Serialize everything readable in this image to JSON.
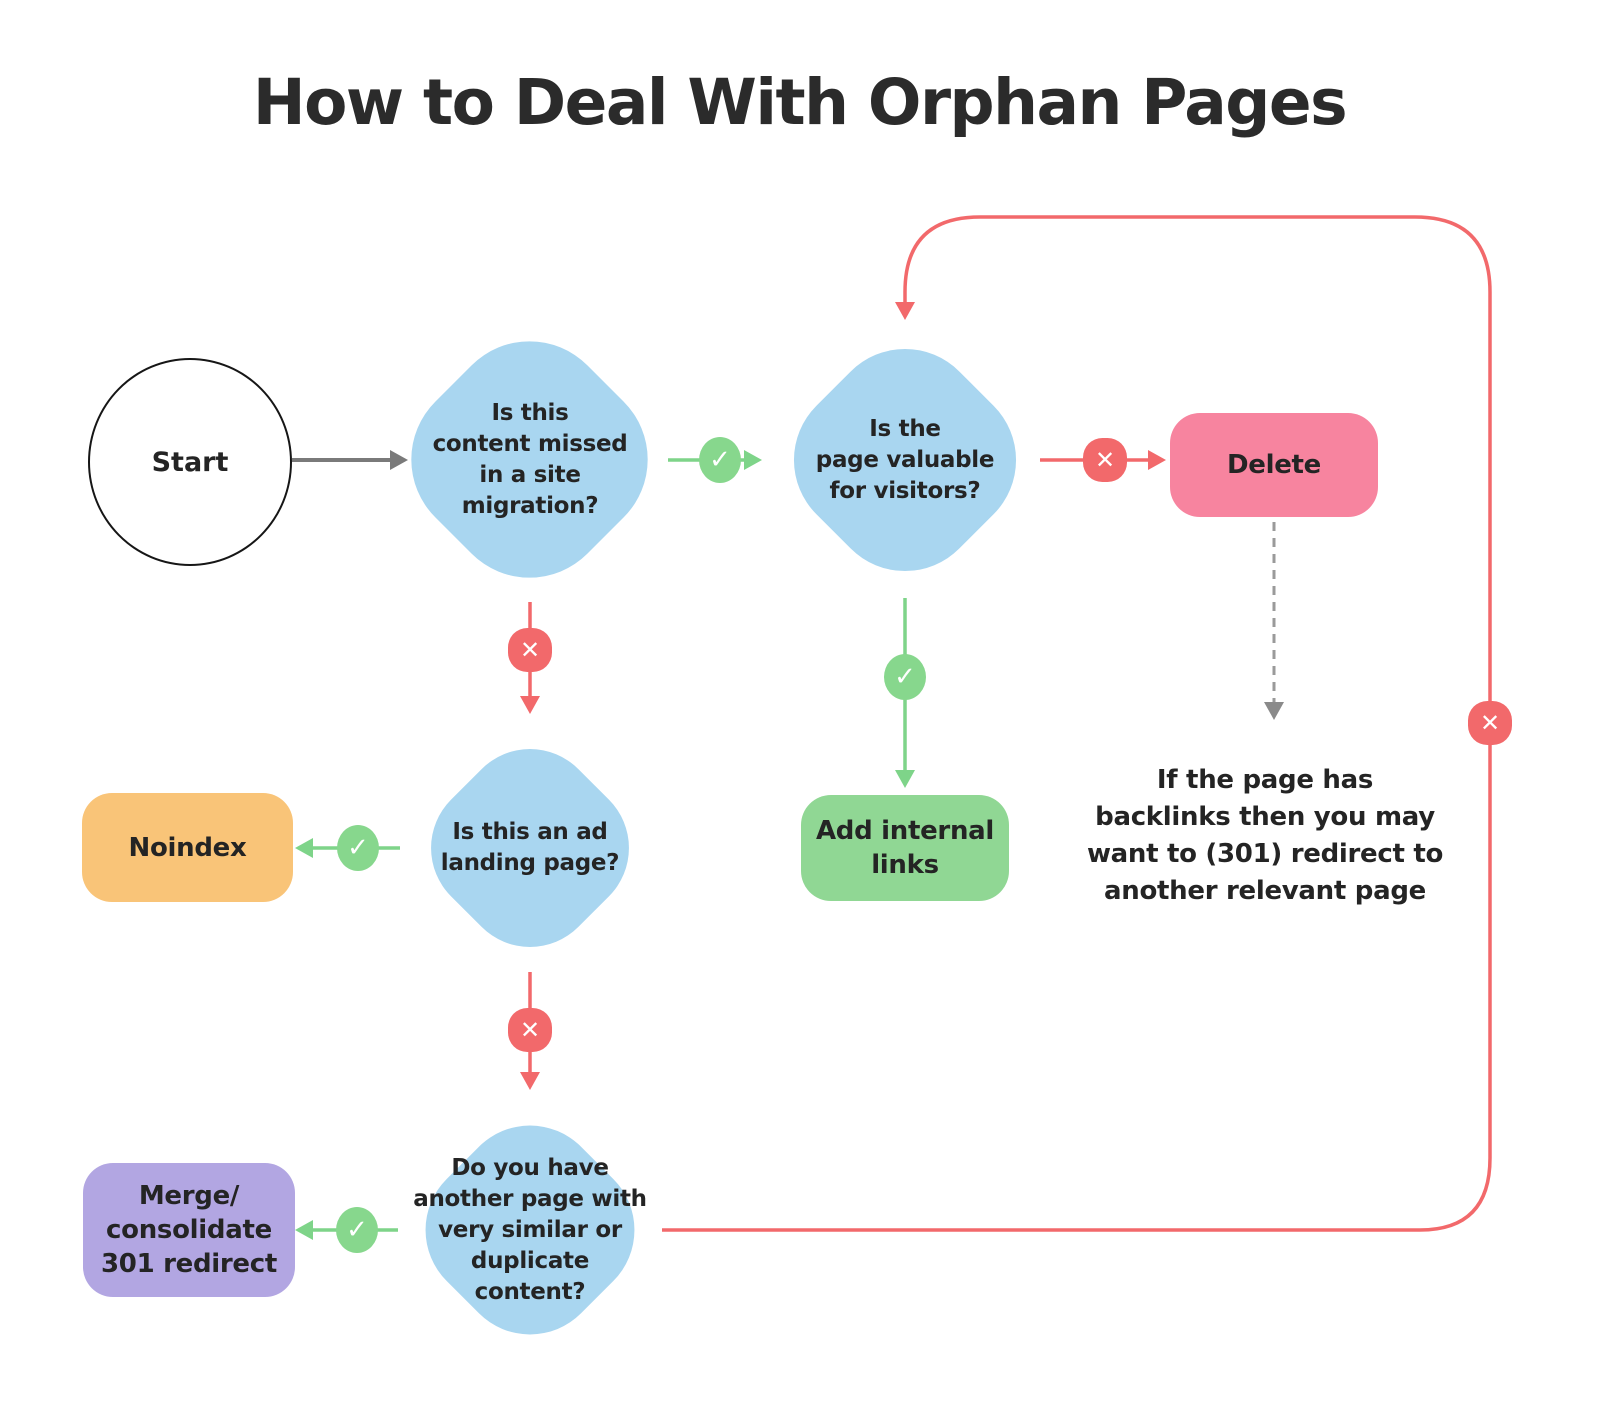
{
  "title": "How to Deal With Orphan Pages",
  "nodes": {
    "start": "Start",
    "q_migration": "Is this\ncontent missed\nin a site\nmigration?",
    "q_valuable": "Is the\npage valuable\nfor visitors?",
    "q_ad_landing": "Is this an ad\nlanding page?",
    "q_duplicate": "Do you have\nanother page with\nvery similar or\nduplicate\ncontent?",
    "delete": "Delete",
    "noindex": "Noindex",
    "add_links": "Add internal\nlinks",
    "merge": "Merge/\nconsolidate\n301 redirect"
  },
  "annotation": "If the page has\nbacklinks then you may\nwant to (301) redirect to\nanother relevant page",
  "badges": {
    "yes": "✓",
    "no": "✕"
  },
  "colors": {
    "blue": "#a9d6f0",
    "green-badge": "#87d78d",
    "green-line": "#7ed489",
    "green-box": "#90d794",
    "red": "#f2696b",
    "pink": "#f7849f",
    "orange": "#f9c478",
    "purple": "#b2a6e2",
    "ink": "#242424",
    "gray": "#7a7a7a",
    "dash-gray": "#9a9a9a"
  }
}
